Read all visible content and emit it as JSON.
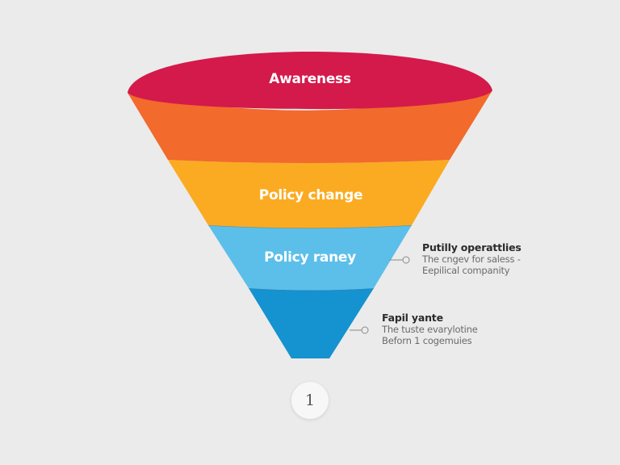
{
  "funnel": {
    "stages": [
      {
        "label": "Awareness",
        "color": "#d41a4a"
      },
      {
        "label": "",
        "color": "#f26a2c"
      },
      {
        "label": "Policy change",
        "color": "#fbab22"
      },
      {
        "label": "Policy raney",
        "color": "#5bbfea"
      },
      {
        "label": "",
        "color": "#1592d0"
      }
    ]
  },
  "annotations": [
    {
      "title": "Putilly operattlies",
      "lines": [
        "The cngev for saless -",
        "Eepilical companity"
      ]
    },
    {
      "title": "Fapil yante",
      "lines": [
        "The tuste evarylotine",
        "Beforn 1 cogemuies"
      ]
    }
  ],
  "pagination": {
    "current": "1"
  },
  "colors": {
    "background": "#ebebeb",
    "connector": "#8a8a8a"
  }
}
